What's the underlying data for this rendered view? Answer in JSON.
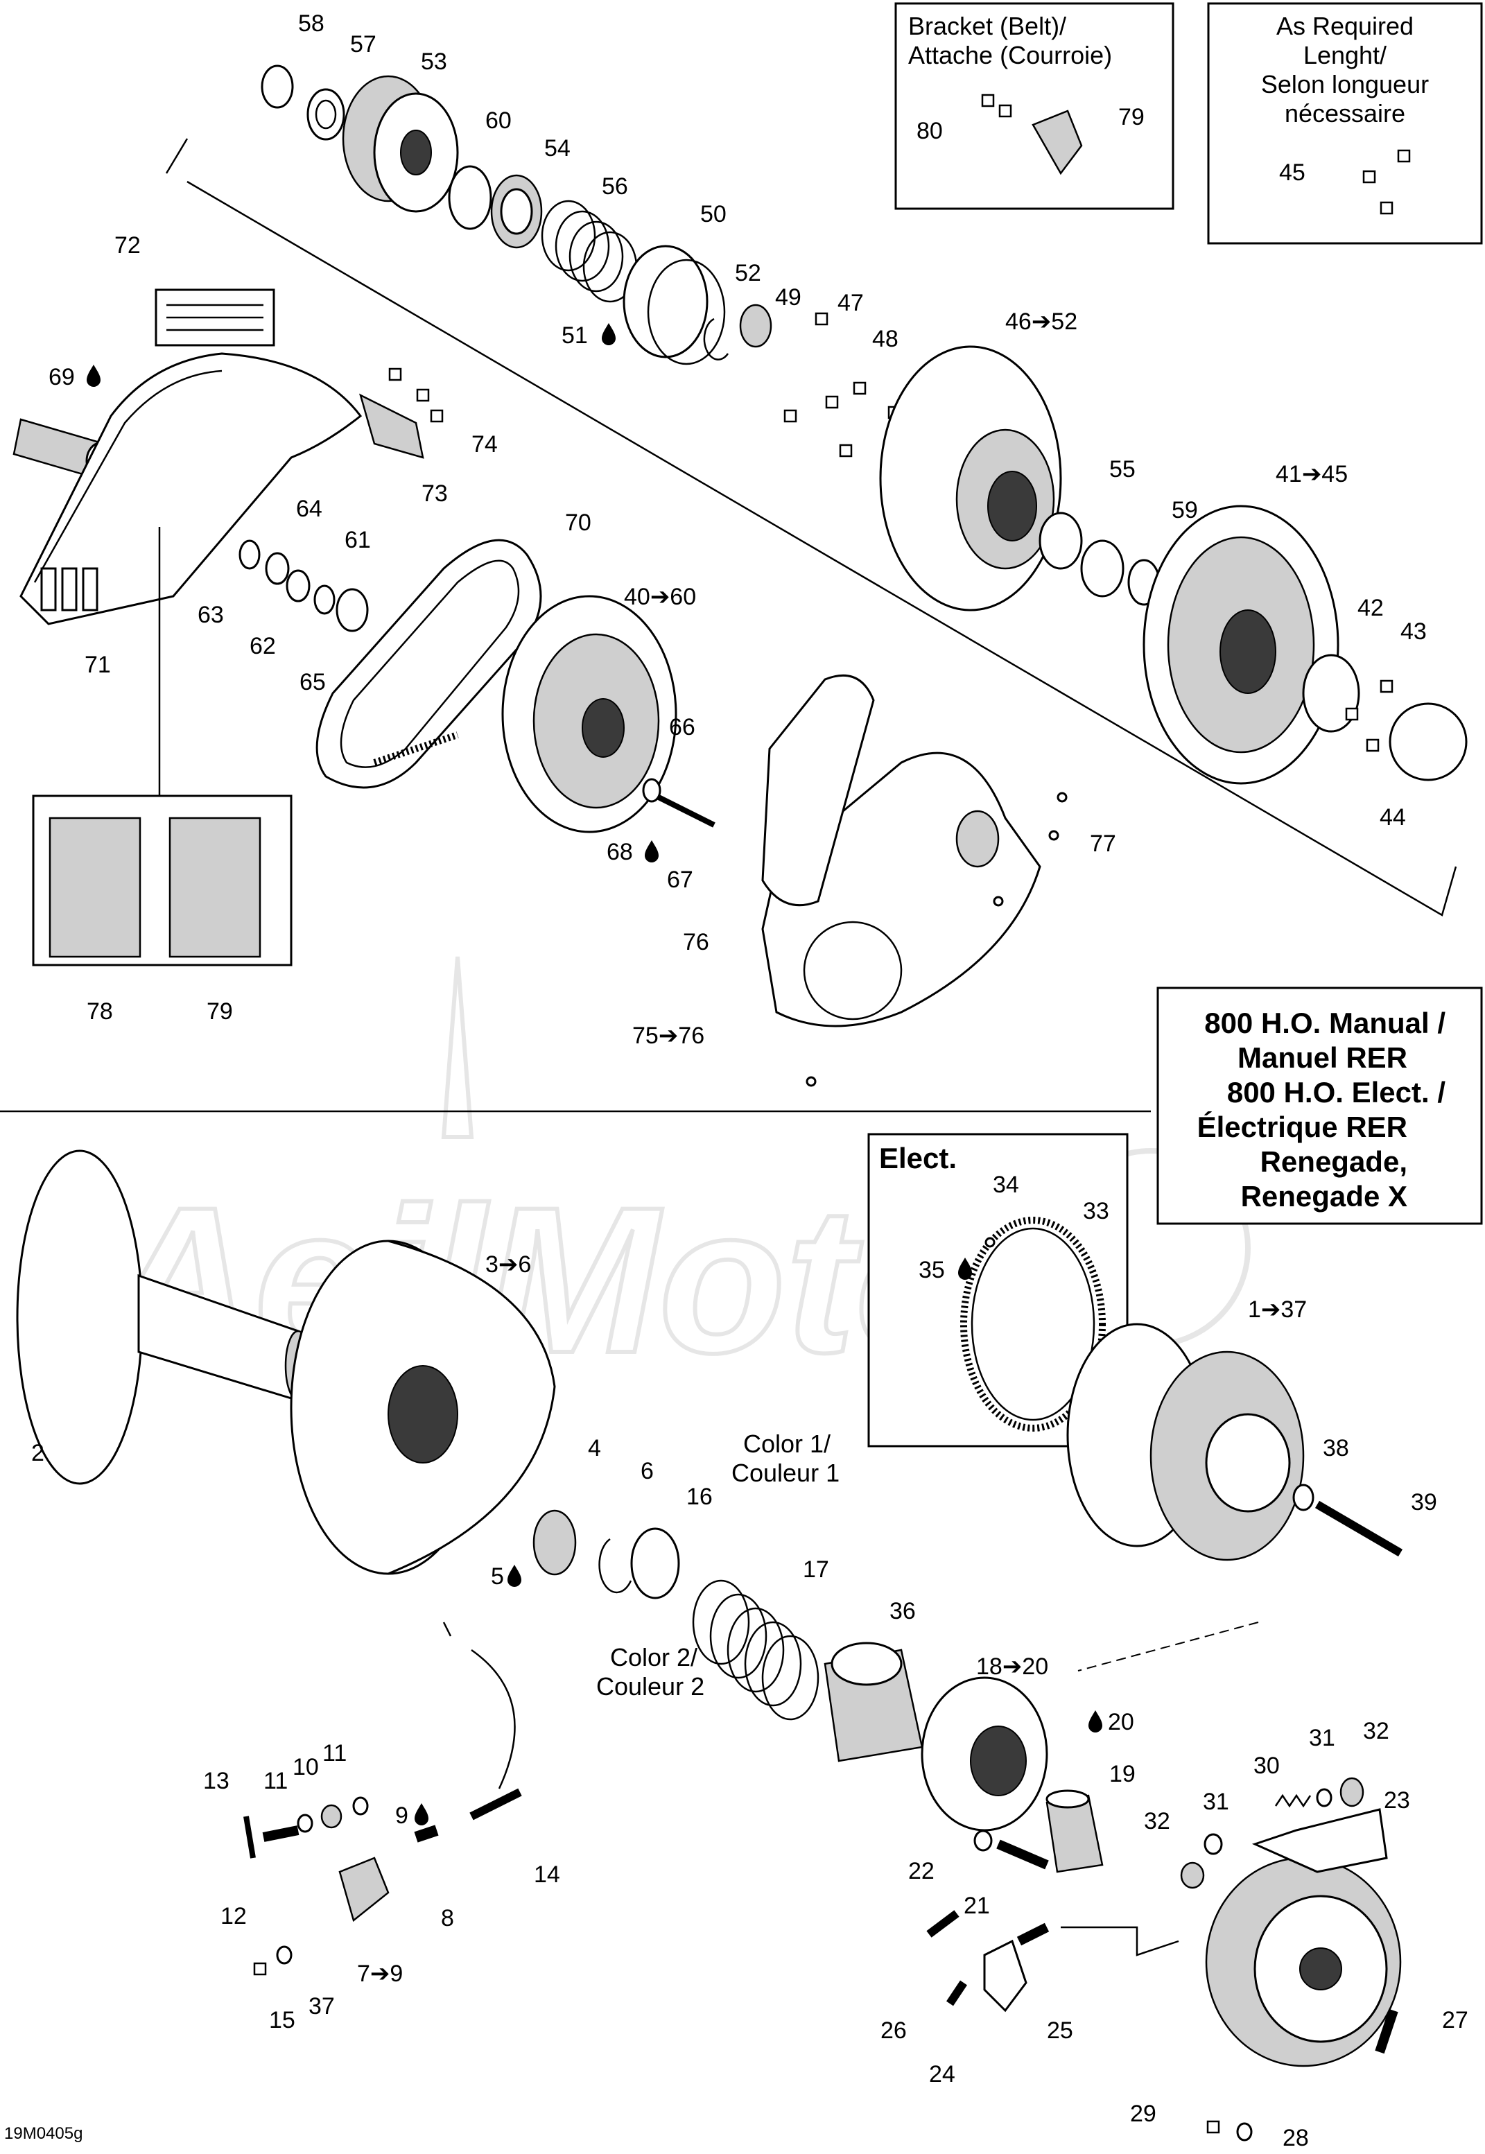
{
  "figure_code": "19M0405g",
  "watermark": "AeilMoto",
  "boxes": {
    "bracket": {
      "line1": "Bracket (Belt)/",
      "line2": "Attache (Courroie)"
    },
    "as_required": {
      "line1": "As Required",
      "line2": "Lenght/",
      "line3": "Selon longueur",
      "line4": "nécessaire"
    },
    "model": {
      "line1": "800 H.O. Manual /",
      "line2": "Manuel RER",
      "line3": "800 H.O. Elect. /",
      "line4": "Électrique RER",
      "line5": "Renegade,",
      "line6": "Renegade X"
    },
    "elect": {
      "title": "Elect."
    }
  },
  "color_labels": {
    "c1a": "Color 1/",
    "c1b": "Couleur 1",
    "c2a": "Color 2/",
    "c2b": "Couleur 2"
  },
  "callouts": {
    "c58": "58",
    "c57": "57",
    "c53": "53",
    "c60": "60",
    "c54": "54",
    "c56": "56",
    "c50": "50",
    "c52": "52",
    "c49": "49",
    "c47": "47",
    "c48": "48",
    "c51": "51",
    "c4652": "46➔52",
    "c72": "72",
    "c69": "69",
    "c74": "74",
    "c73": "73",
    "c64": "64",
    "c61": "61",
    "c63": "63",
    "c62": "62",
    "c65": "65",
    "c71": "71",
    "c70": "70",
    "c4060": "40➔60",
    "c55": "55",
    "c59": "59",
    "c4145": "41➔45",
    "c42": "42",
    "c43": "43",
    "c44": "44",
    "c45": "45",
    "c80": "80",
    "c79a": "79",
    "c66": "66",
    "c68": "68",
    "c67": "67",
    "c77": "77",
    "c76": "76",
    "c7576": "75➔76",
    "c78": "78",
    "c79b": "79",
    "c2": "2",
    "c36": "3➔6",
    "c4": "4",
    "c6": "6",
    "c5": "5",
    "c16": "16",
    "c17": "17",
    "c36b": "36",
    "c34": "34",
    "c33": "33",
    "c35": "35",
    "c137": "1➔37",
    "c38": "38",
    "c39": "39",
    "c1820": "18➔20",
    "c20": "20",
    "c19": "19",
    "c30": "30",
    "c31a": "31",
    "c32a": "32",
    "c23": "23",
    "c31b": "31",
    "c32b": "32",
    "c22": "22",
    "c21": "21",
    "c13": "13",
    "c11a": "11",
    "c10": "10",
    "c11b": "11",
    "c9": "9",
    "c14": "14",
    "c12": "12",
    "c8": "8",
    "c79c": "7➔9",
    "c15": "15",
    "c37": "37",
    "c26": "26",
    "c25": "25",
    "c24": "24",
    "c27": "27",
    "c29": "29",
    "c28": "28"
  },
  "icons": {
    "oil_drop": "oil-drop-icon"
  }
}
